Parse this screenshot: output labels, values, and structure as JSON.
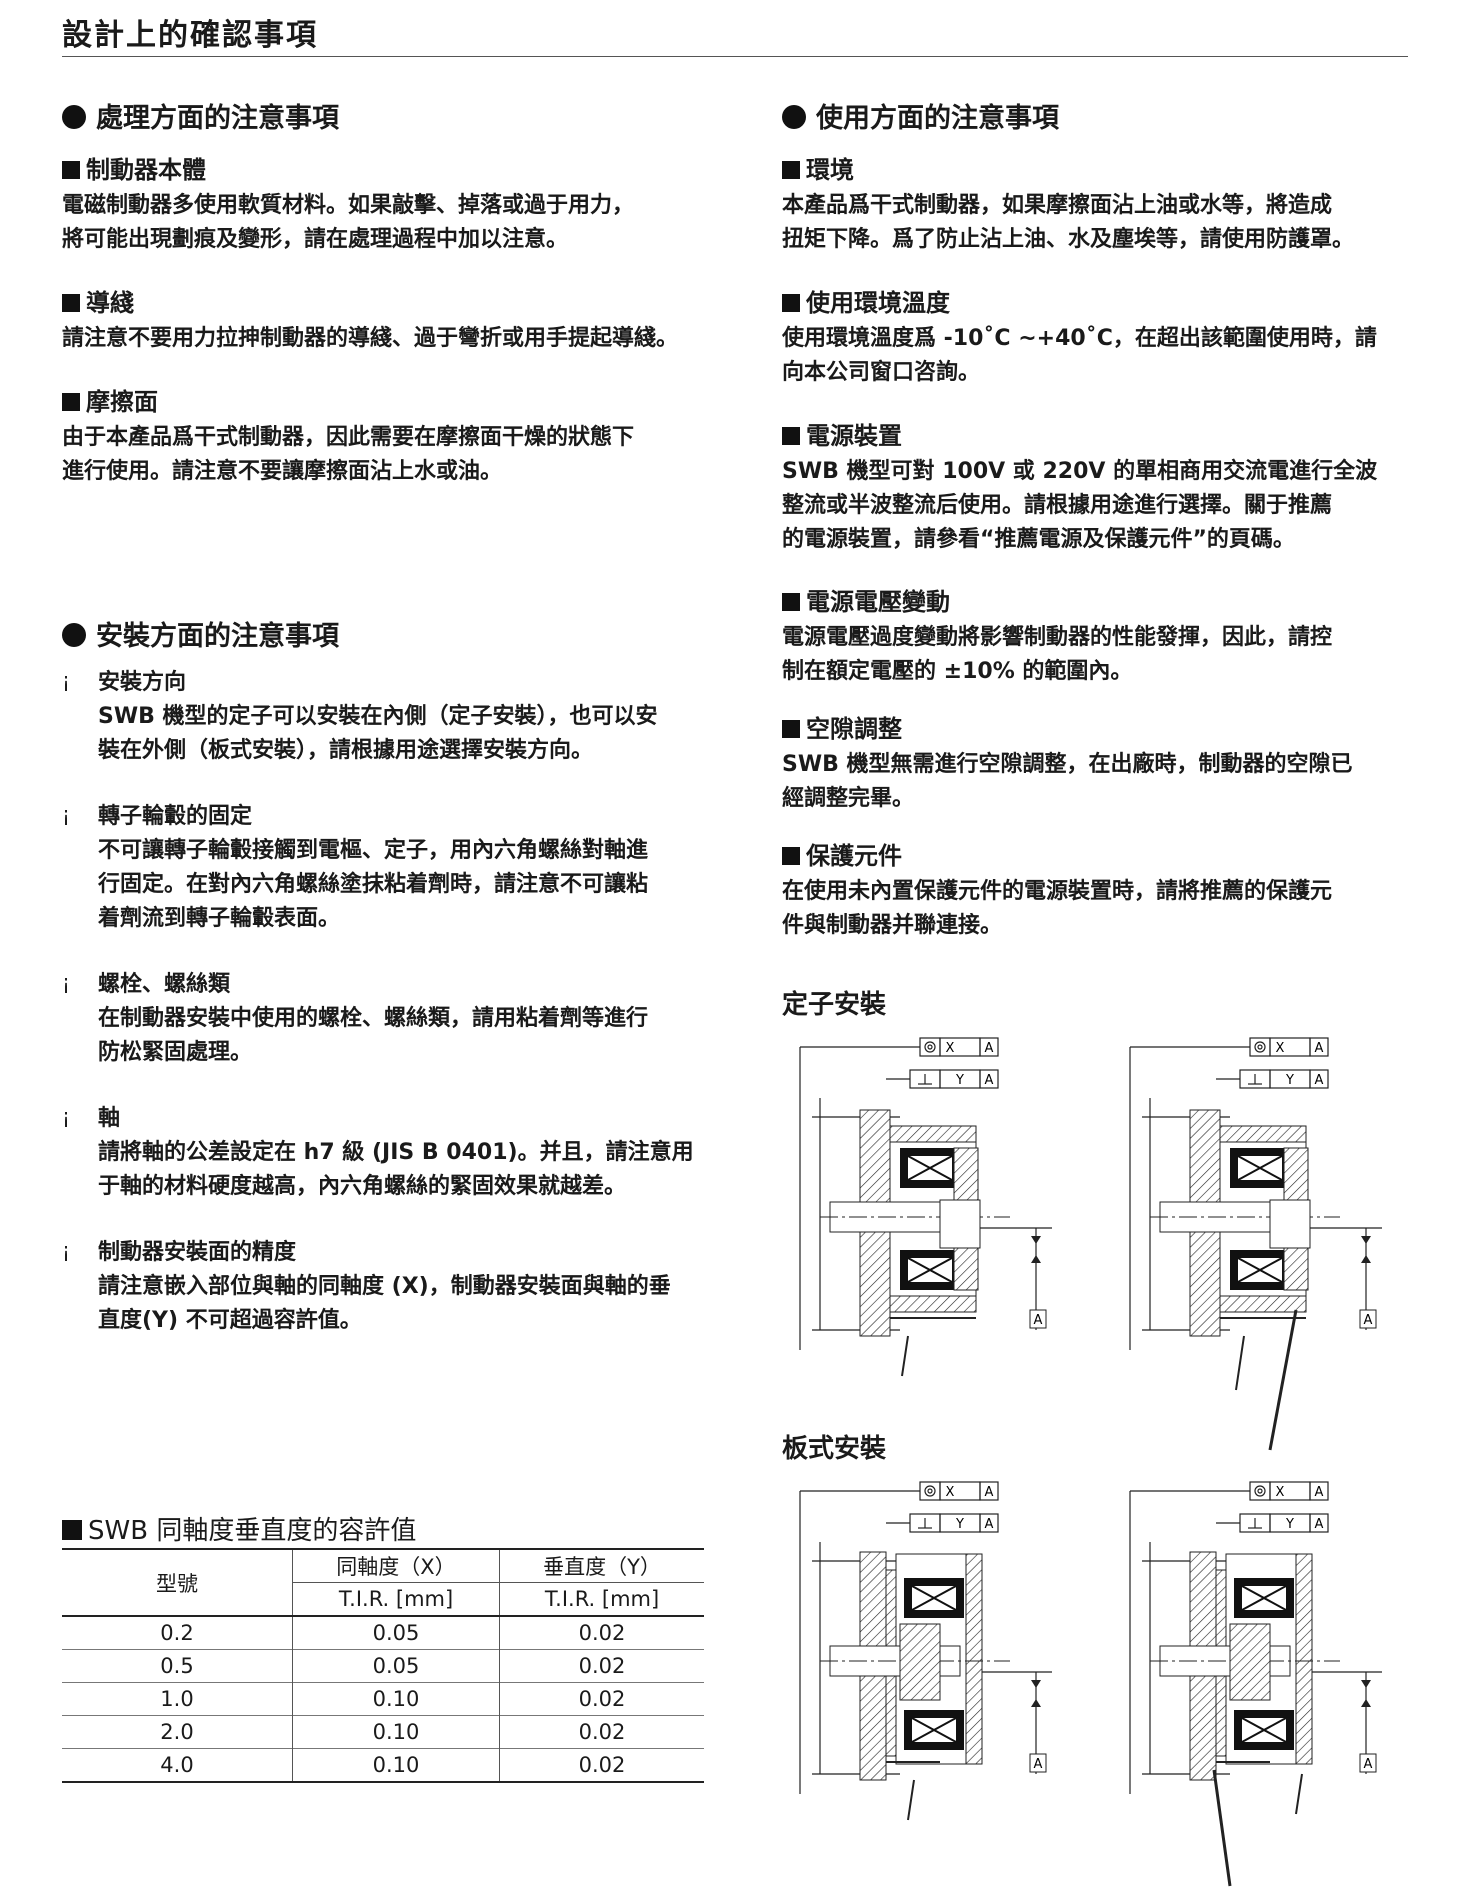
{
  "page_title": "設計上的確認事項",
  "handling": {
    "title": "處理方面的注意事項",
    "items": [
      {
        "heading": "制動器本體",
        "body": [
          "電磁制動器多使用軟質材料。如果敲擊、掉落或過于用力，",
          "將可能出現劃痕及變形，請在處理過程中加以注意。"
        ]
      },
      {
        "heading": "導綫",
        "body": [
          "請注意不要用力拉抻制動器的導綫、過于彎折或用手提起導綫。"
        ]
      },
      {
        "heading": "摩擦面",
        "body": [
          "由于本產品爲干式制動器，因此需要在摩擦面干燥的狀態下",
          "進行使用。請注意不要讓摩擦面沾上水或油。"
        ]
      }
    ]
  },
  "installation": {
    "title": "安裝方面的注意事項",
    "marker": "¡",
    "items": [
      {
        "heading": "安裝方向",
        "body": [
          "SWB 機型的定子可以安裝在內側（定子安裝），也可以安",
          "裝在外側（板式安裝），請根據用途選擇安裝方向。"
        ]
      },
      {
        "heading": "轉子輪轂的固定",
        "body": [
          "不可讓轉子輪轂接觸到電樞、定子，用內六角螺絲對軸進",
          "行固定。在對內六角螺絲塗抹粘着劑時，請注意不可讓粘",
          "着劑流到轉子輪轂表面。"
        ]
      },
      {
        "heading": "螺栓、螺絲類",
        "body": [
          "在制動器安裝中使用的螺栓、螺絲類，請用粘着劑等進行",
          "防松緊固處理。"
        ]
      },
      {
        "heading": "軸",
        "body": [
          "請將軸的公差設定在 h7 級 (JIS B 0401)。并且，請注意用",
          "于軸的材料硬度越高，內六角螺絲的緊固效果就越差。"
        ]
      },
      {
        "heading": "制動器安裝面的精度",
        "body": [
          "請注意嵌入部位與軸的同軸度 (X)，制動器安裝面與軸的垂",
          "直度(Y) 不可超過容許值。"
        ]
      }
    ]
  },
  "tolerance": {
    "title": "SWB 同軸度垂直度的容許值",
    "col_model": "型號",
    "col_x": "同軸度（X）",
    "col_y": "垂直度（Y）",
    "unit": "T.I.R. [mm]",
    "rows": [
      {
        "model": "0.2",
        "x": "0.05",
        "y": "0.02"
      },
      {
        "model": "0.5",
        "x": "0.05",
        "y": "0.02"
      },
      {
        "model": "1.0",
        "x": "0.10",
        "y": "0.02"
      },
      {
        "model": "2.0",
        "x": "0.10",
        "y": "0.02"
      },
      {
        "model": "4.0",
        "x": "0.10",
        "y": "0.02"
      }
    ]
  },
  "usage": {
    "title": "使用方面的注意事項",
    "items": [
      {
        "heading": "環境",
        "body": [
          "本產品爲干式制動器，如果摩擦面沾上油或水等，將造成",
          "扭矩下降。爲了防止沾上油、水及塵埃等，請使用防護罩。"
        ]
      },
      {
        "heading": "使用環境溫度",
        "body": [
          "使用環境溫度爲 -10˚C ~+40˚C，在超出該範圍使用時，請",
          "向本公司窗口咨詢。"
        ]
      },
      {
        "heading": "電源裝置",
        "body": [
          "SWB 機型可對 100V 或 220V 的單相商用交流電進行全波",
          "整流或半波整流后使用。請根據用途進行選擇。關于推薦",
          "的電源裝置，請參看“推薦電源及保護元件”的頁碼。"
        ]
      },
      {
        "heading": "電源電壓變動",
        "body": [
          "電源電壓過度變動將影響制動器的性能發揮，因此，請控",
          "制在額定電壓的 ±10% 的範圍內。"
        ]
      },
      {
        "heading": "空隙調整",
        "body": [
          "SWB 機型無需進行空隙調整，在出廠時，制動器的空隙已",
          "經調整完畢。"
        ]
      },
      {
        "heading": "保護元件",
        "body": [
          "在使用未內置保護元件的電源裝置時，請將推薦的保護元",
          "件與制動器并聯連接。"
        ]
      }
    ]
  },
  "diagrams": {
    "stator_title": "定子安裝",
    "plate_title": "板式安裝",
    "label_x": "X",
    "label_y": "Y",
    "label_a": "A"
  }
}
